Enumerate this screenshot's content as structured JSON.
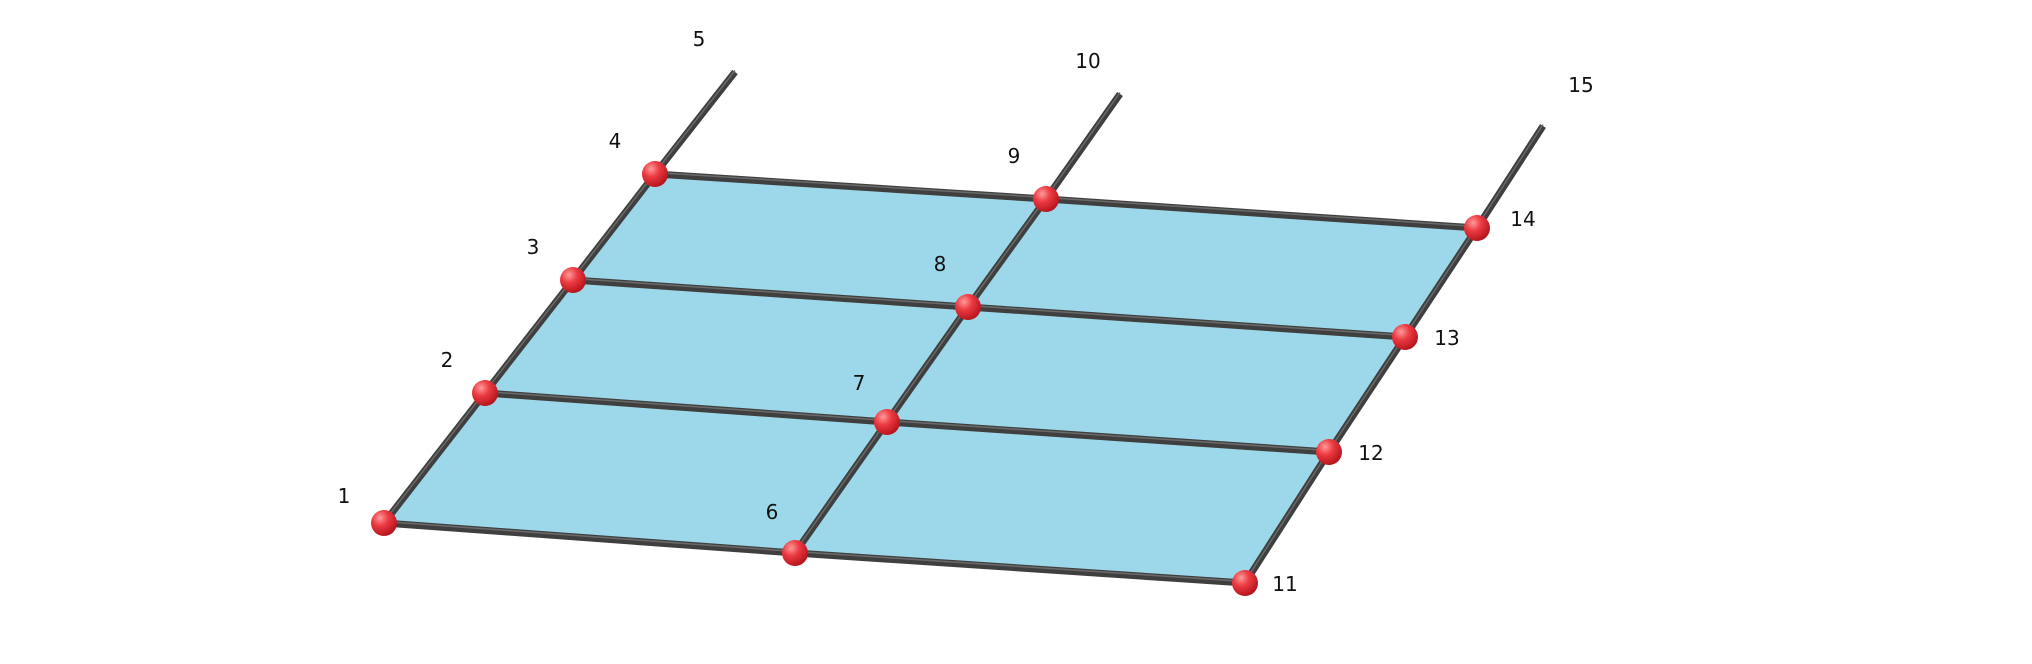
{
  "diagram": {
    "type": "3d-structural-grid",
    "colors": {
      "background": "#ffffff",
      "panel_fill": "#9cd8e9",
      "member": "#3f3f3f",
      "member_highlight": "#6a6a6a",
      "node": "#e8323a",
      "node_highlight": "#ff8a8a",
      "label": "#111111"
    },
    "nodes": [
      {
        "id": "n1",
        "label": "1"
      },
      {
        "id": "n2",
        "label": "2"
      },
      {
        "id": "n3",
        "label": "3"
      },
      {
        "id": "n4",
        "label": "4"
      },
      {
        "id": "n5",
        "label": "5"
      },
      {
        "id": "n6",
        "label": "6"
      },
      {
        "id": "n7",
        "label": "7"
      },
      {
        "id": "n8",
        "label": "8"
      },
      {
        "id": "n9",
        "label": "9"
      },
      {
        "id": "n10",
        "label": "10"
      },
      {
        "id": "n11",
        "label": "11"
      },
      {
        "id": "n12",
        "label": "12"
      },
      {
        "id": "n13",
        "label": "13"
      },
      {
        "id": "n14",
        "label": "14"
      },
      {
        "id": "n15",
        "label": "15"
      }
    ],
    "node_markers": [
      "1",
      "2",
      "3",
      "4",
      "6",
      "7",
      "8",
      "9",
      "11",
      "12",
      "13",
      "14"
    ],
    "members": [
      [
        "1",
        "2"
      ],
      [
        "2",
        "3"
      ],
      [
        "3",
        "4"
      ],
      [
        "4",
        "5"
      ],
      [
        "6",
        "7"
      ],
      [
        "7",
        "8"
      ],
      [
        "8",
        "9"
      ],
      [
        "9",
        "10"
      ],
      [
        "11",
        "12"
      ],
      [
        "12",
        "13"
      ],
      [
        "13",
        "14"
      ],
      [
        "14",
        "15"
      ],
      [
        "1",
        "6"
      ],
      [
        "6",
        "11"
      ],
      [
        "2",
        "7"
      ],
      [
        "7",
        "12"
      ],
      [
        "3",
        "8"
      ],
      [
        "8",
        "13"
      ],
      [
        "4",
        "9"
      ],
      [
        "9",
        "14"
      ]
    ],
    "panels": [
      [
        "1",
        "6",
        "7",
        "2"
      ],
      [
        "6",
        "11",
        "12",
        "7"
      ],
      [
        "2",
        "7",
        "8",
        "3"
      ],
      [
        "7",
        "12",
        "13",
        "8"
      ],
      [
        "3",
        "8",
        "9",
        "4"
      ],
      [
        "8",
        "13",
        "14",
        "9"
      ]
    ]
  }
}
